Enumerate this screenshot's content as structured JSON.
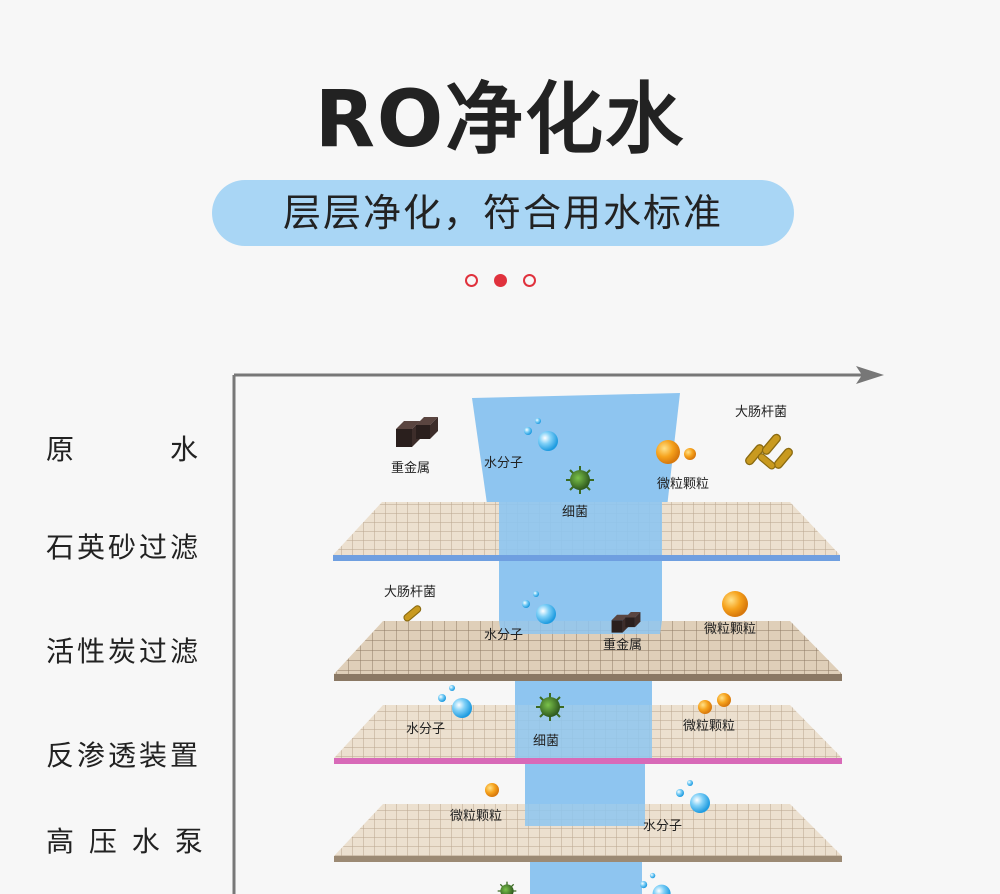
{
  "header": {
    "title": "RO净化水",
    "subtitle": "层层净化，符合用水标准"
  },
  "stages": [
    {
      "label": "原　　　水"
    },
    {
      "label": "石英砂过滤"
    },
    {
      "label": "活性炭过滤"
    },
    {
      "label": "反渗透装置"
    },
    {
      "label": "高 压 水 泵"
    }
  ],
  "items": {
    "heavy_metal": "重金属",
    "water_molecule": "水分子",
    "bacteria": "细菌",
    "particles": "微粒颗粒",
    "ecoli": "大肠杆菌"
  },
  "colors": {
    "accent_red": "#e0323d",
    "pill_blue": "#a9d6f5",
    "water_blue": "#8ec5f0",
    "layer1_edge": "#6f9fe0",
    "layer3_edge": "#d86ab8"
  }
}
